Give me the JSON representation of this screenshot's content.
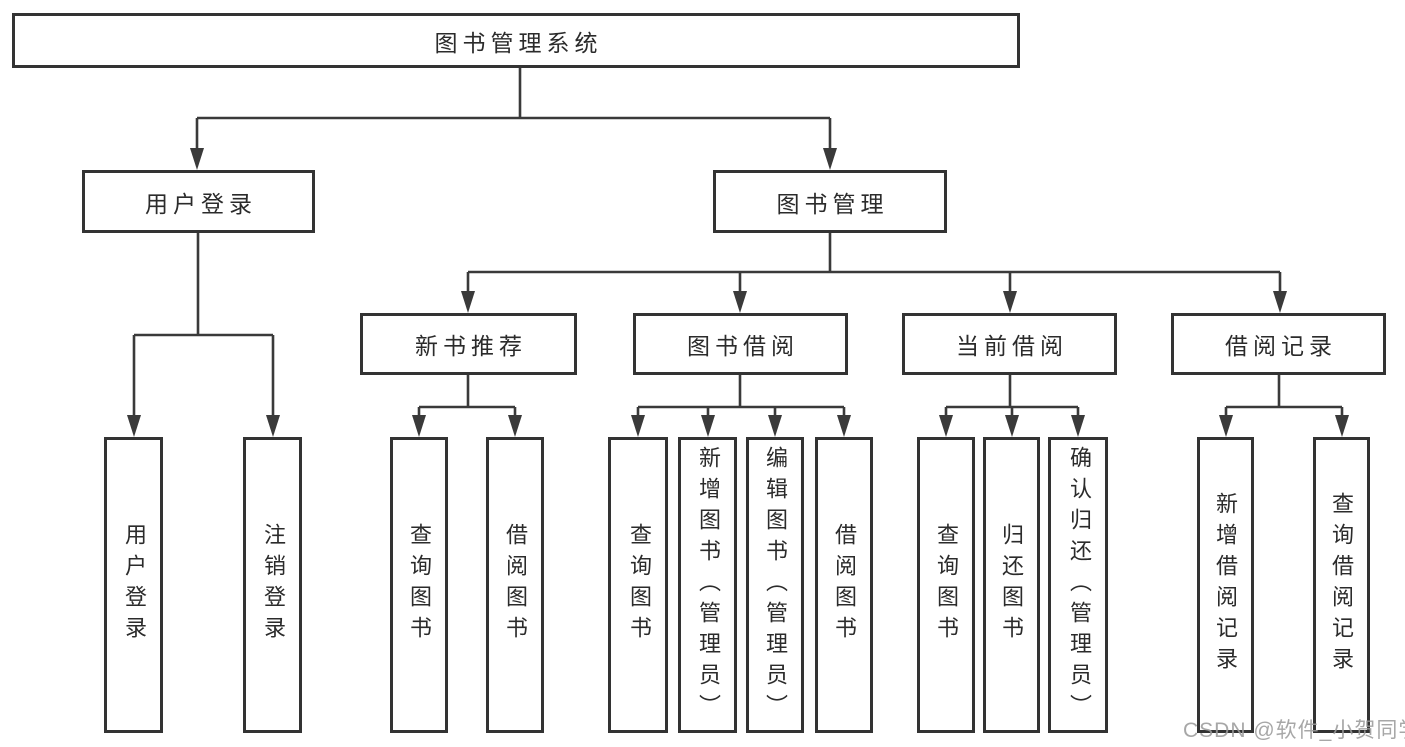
{
  "tree": {
    "root": {
      "label": "图书管理系统"
    },
    "level2": [
      {
        "label": "用户登录"
      },
      {
        "label": "图书管理"
      }
    ],
    "level3": [
      {
        "label": "新书推荐"
      },
      {
        "label": "图书借阅"
      },
      {
        "label": "当前借阅"
      },
      {
        "label": "借阅记录"
      }
    ],
    "leaves": {
      "user_login": [
        {
          "label": "用户登录"
        },
        {
          "label": "注销登录"
        }
      ],
      "new_book_recommend": [
        {
          "label": "查询图书"
        },
        {
          "label": "借阅图书"
        }
      ],
      "book_borrow": [
        {
          "label": "查询图书"
        },
        {
          "label": "新增图书（管理员）"
        },
        {
          "label": "编辑图书（管理员）"
        },
        {
          "label": "借阅图书"
        }
      ],
      "current_borrow": [
        {
          "label": "查询图书"
        },
        {
          "label": "归还图书"
        },
        {
          "label": "确认归还（管理员）"
        }
      ],
      "borrow_records": [
        {
          "label": "新增借阅记录"
        },
        {
          "label": "查询借阅记录"
        }
      ]
    }
  },
  "watermark": {
    "text": "CSDN @软件_小贺同学"
  },
  "colors": {
    "line": "#3a3a3a",
    "border": "#333333",
    "text": "#2b2b2b",
    "background": "#ffffff",
    "watermark": "#9b9b9b"
  }
}
